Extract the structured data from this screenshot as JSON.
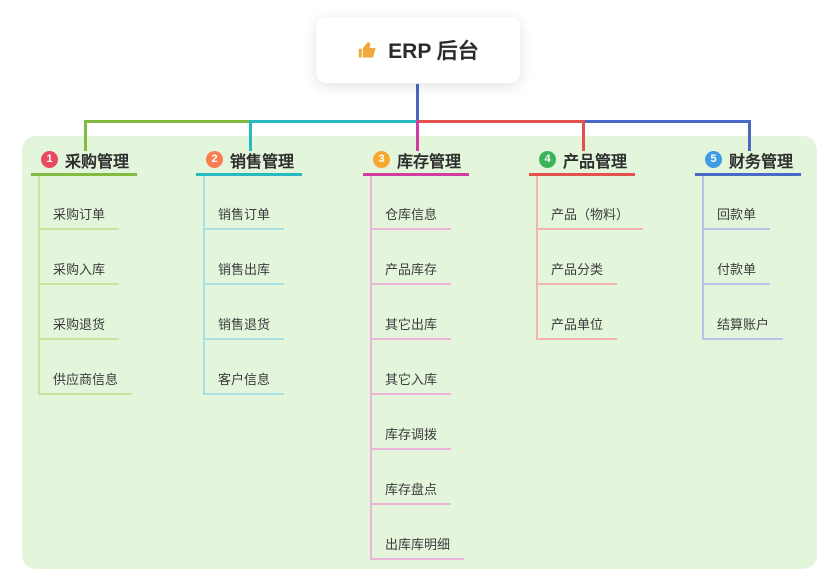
{
  "root": {
    "icon": "thumbs-up-icon",
    "title": "ERP 后台"
  },
  "panel_color": "#e3f5db",
  "root_edge_color": "#4a68c4",
  "branches": [
    {
      "badge": "1",
      "title": "采购管理",
      "badge_color": "#e84a5f",
      "line_color": "#82bb3f",
      "child_line_color": "#c9e4a0",
      "children": [
        "采购订单",
        "采购入库",
        "采购退货",
        "供应商信息"
      ]
    },
    {
      "badge": "2",
      "title": "销售管理",
      "badge_color": "#f97e51",
      "line_color": "#27b9c0",
      "child_line_color": "#abe0e3",
      "children": [
        "销售订单",
        "销售出库",
        "销售退货",
        "客户信息"
      ]
    },
    {
      "badge": "3",
      "title": "库存管理",
      "badge_color": "#f7a831",
      "line_color": "#cf3da0",
      "child_line_color": "#eeb3d8",
      "children": [
        "仓库信息",
        "产品库存",
        "其它出库",
        "其它入库",
        "库存调拨",
        "库存盘点",
        "出库库明细"
      ]
    },
    {
      "badge": "4",
      "title": "产品管理",
      "badge_color": "#3db35b",
      "line_color": "#e4504e",
      "child_line_color": "#f3b5b4",
      "children": [
        "产品（物料）",
        "产品分类",
        "产品单位"
      ]
    },
    {
      "badge": "5",
      "title": "财务管理",
      "badge_color": "#3f9be4",
      "line_color": "#4a68c4",
      "child_line_color": "#b7c3e8",
      "children": [
        "回款单",
        "付款单",
        "结算账户"
      ]
    }
  ]
}
